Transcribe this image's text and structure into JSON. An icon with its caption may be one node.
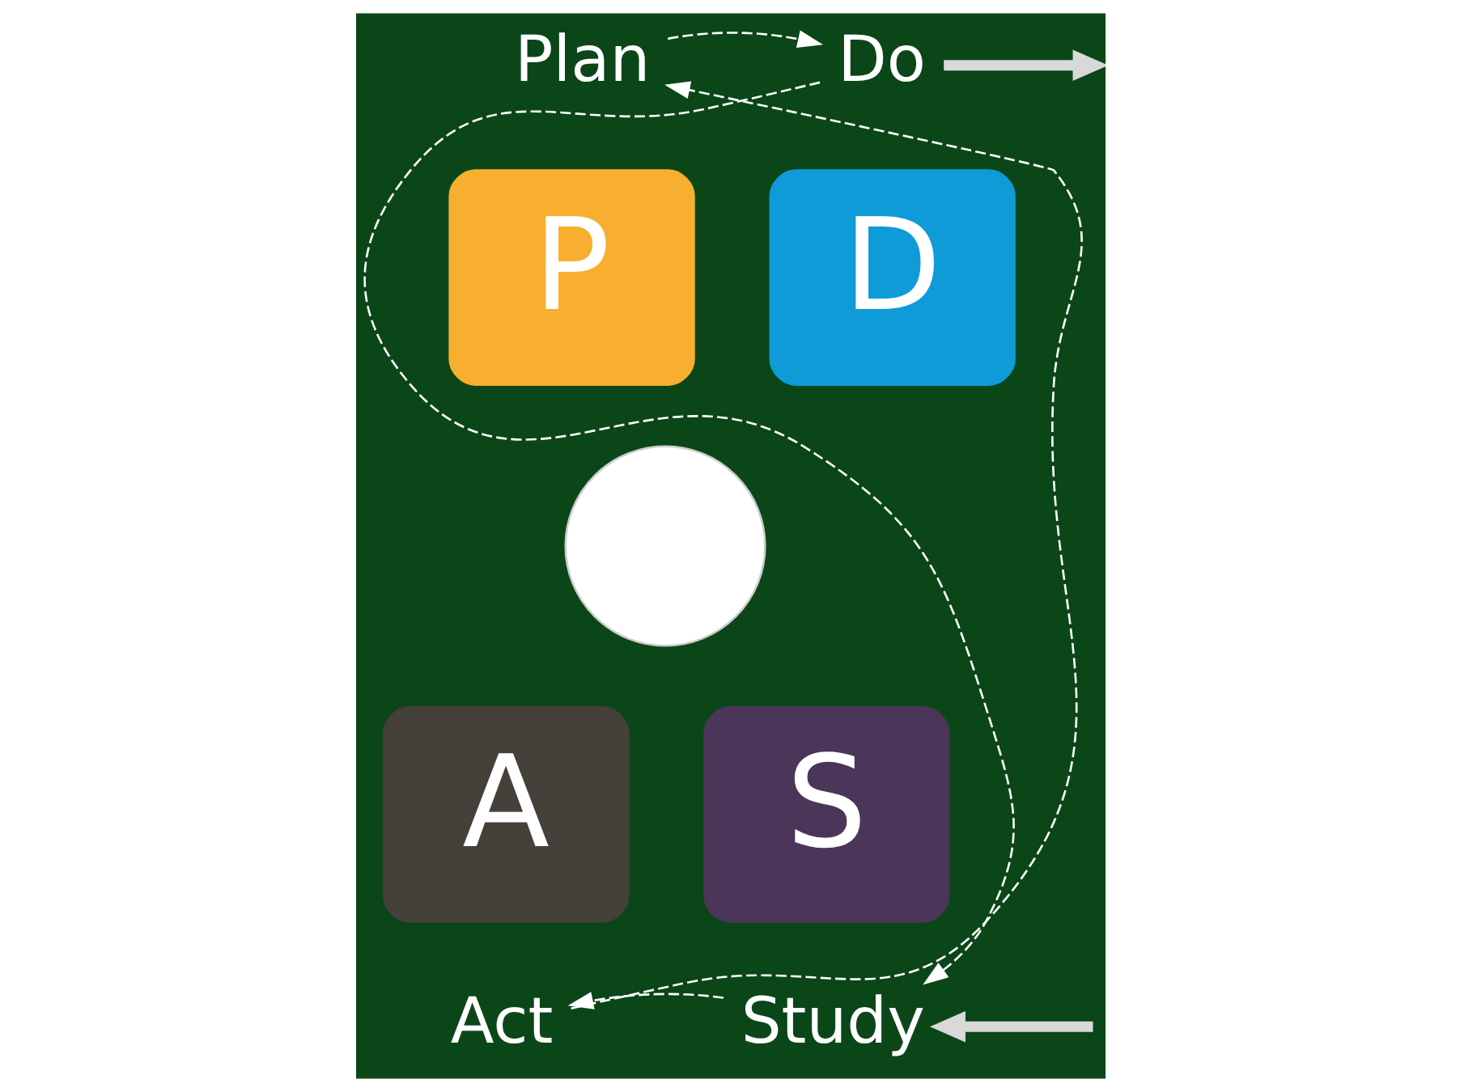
{
  "diagram": {
    "nodes": [
      {
        "text": [
          "P"
        ]
      },
      {
        "text": [
          "D"
        ]
      },
      {
        "text": [
          "S"
        ]
      },
      {
        "text": [
          "A"
        ]
      },
      {
        "text": [],
        "shape": "circle"
      },
      {
        "text": [
          "Plan"
        ]
      },
      {
        "text": [
          "Do"
        ]
      },
      {
        "text": [
          "Study"
        ]
      },
      {
        "text": [
          "Act"
        ]
      }
    ],
    "edges": [
      {
        "from": 5,
        "to": 6,
        "arrow": "to",
        "style": "dashed"
      },
      {
        "from": 6,
        "to": 7,
        "arrow": "to",
        "style": "dashed"
      },
      {
        "from": 7,
        "to": 8,
        "arrow": "to",
        "style": "dashed"
      },
      {
        "from": 8,
        "to": 5,
        "arrow": "to",
        "style": "dashed"
      },
      {
        "from": 6,
        "to": null,
        "arrow": "to",
        "style": "thick",
        "color": "#d9d9d9"
      },
      {
        "from": null,
        "to": 7,
        "arrow": "to",
        "style": "thick",
        "color": "#d9d9d9"
      }
    ]
  }
}
